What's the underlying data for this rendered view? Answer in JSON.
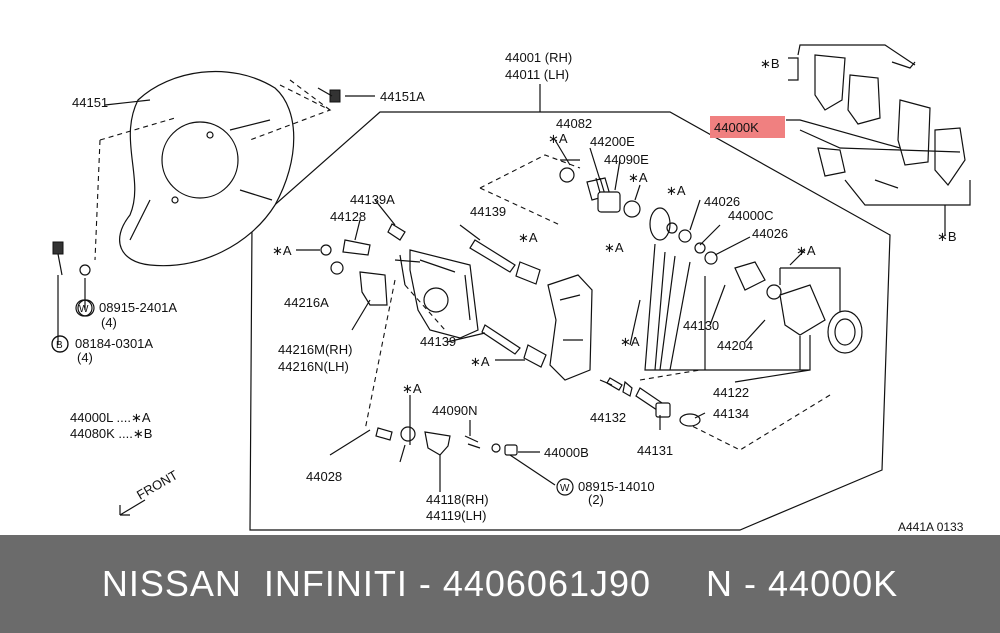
{
  "labels": {
    "l44151": "44151",
    "l44151A": "44151A",
    "l44001": "44001 (RH)",
    "l44011": "44011 (LH)",
    "l44082": "44082",
    "l44200E": "44200E",
    "l44090E": "44090E",
    "star_b_top": "∗B",
    "l44000K": "44000K",
    "star_a_1": "∗A",
    "star_a_2": "∗A",
    "star_a_3": "∗A",
    "star_a_4": "∗A",
    "star_a_5": "∗A",
    "star_a_6": "∗A",
    "star_a_7": "∗A",
    "star_a_8": "∗A",
    "star_a_9": "∗A",
    "star_a_10": "∗A",
    "l44026a": "44026",
    "l44000C": "44000C",
    "l44026b": "44026",
    "l44139A": "44139A",
    "l44128": "44128",
    "l44139a": "44139",
    "l44216A": "44216A",
    "l44216M": "44216M(RH)",
    "l44216N": "44216N(LH)",
    "l44139b": "44139",
    "l44130": "44130",
    "l44204": "44204",
    "l44122": "44122",
    "l44132": "44132",
    "l44134": "44134",
    "l44131": "44131",
    "l08915_2401A": "08915-2401A",
    "q4a": "(4)",
    "l08184": "08184-0301A",
    "q4b": "(4)",
    "w1": "W",
    "b1": "B",
    "w2": "W",
    "l44000L": "44000L ....∗A",
    "l44080K": "44080K ....∗B",
    "l44090N": "44090N",
    "l44028": "44028",
    "l44000B": "44000B",
    "l08915_14010": "08915-14010",
    "q2": "(2)",
    "l44118": "44118(RH)",
    "l44119": "44119(LH)",
    "star_b_bottom": "∗B",
    "front": "FRONT",
    "ref": "A441A 0133"
  },
  "highlight_color": "#f08080",
  "footer": {
    "text": "NISSAN  INFINITI - 4406061J90     N - 44000K"
  }
}
